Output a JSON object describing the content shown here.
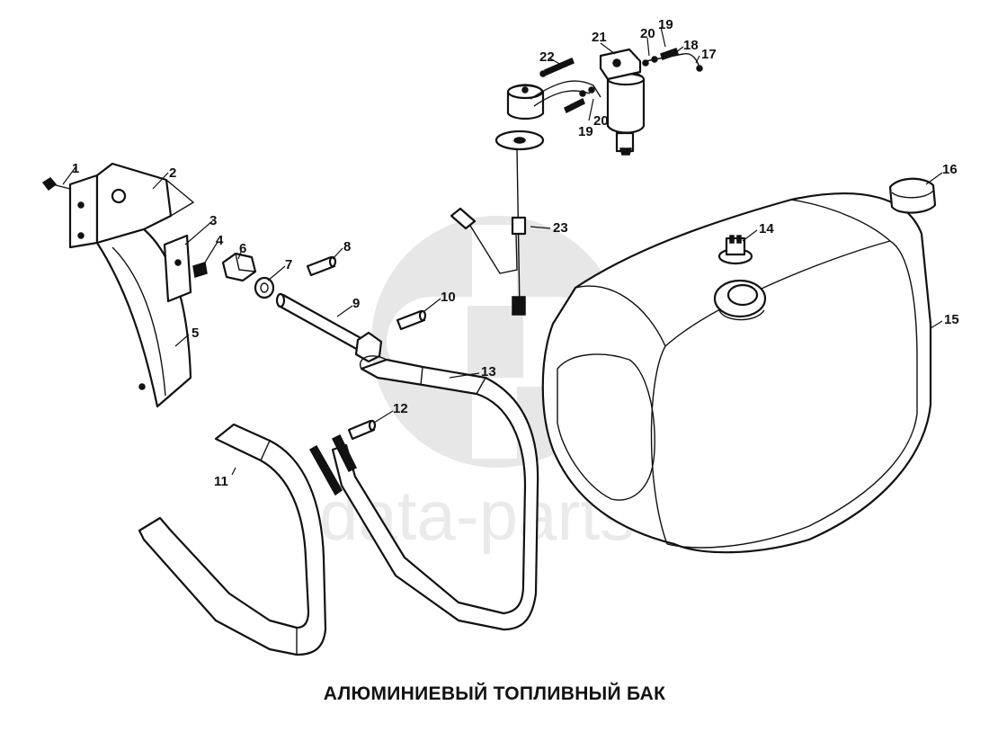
{
  "caption": "АЛЮМИНИЕВЫЙ ТОПЛИВНЫЙ БАК",
  "watermark": "data-parts",
  "callouts": [
    {
      "id": "1",
      "label": "1"
    },
    {
      "id": "2",
      "label": "2"
    },
    {
      "id": "3",
      "label": "3"
    },
    {
      "id": "4",
      "label": "4"
    },
    {
      "id": "5",
      "label": "5"
    },
    {
      "id": "6",
      "label": "6"
    },
    {
      "id": "7",
      "label": "7"
    },
    {
      "id": "8",
      "label": "8"
    },
    {
      "id": "9",
      "label": "9"
    },
    {
      "id": "10",
      "label": "10"
    },
    {
      "id": "11",
      "label": "11"
    },
    {
      "id": "12",
      "label": "12"
    },
    {
      "id": "13",
      "label": "13"
    },
    {
      "id": "14",
      "label": "14"
    },
    {
      "id": "15",
      "label": "15"
    },
    {
      "id": "16",
      "label": "16"
    },
    {
      "id": "17",
      "label": "17"
    },
    {
      "id": "18",
      "label": "18"
    },
    {
      "id": "19a",
      "label": "19"
    },
    {
      "id": "19b",
      "label": "19"
    },
    {
      "id": "20a",
      "label": "20"
    },
    {
      "id": "20b",
      "label": "20"
    },
    {
      "id": "21",
      "label": "21"
    },
    {
      "id": "22",
      "label": "22"
    },
    {
      "id": "23",
      "label": "23"
    }
  ]
}
